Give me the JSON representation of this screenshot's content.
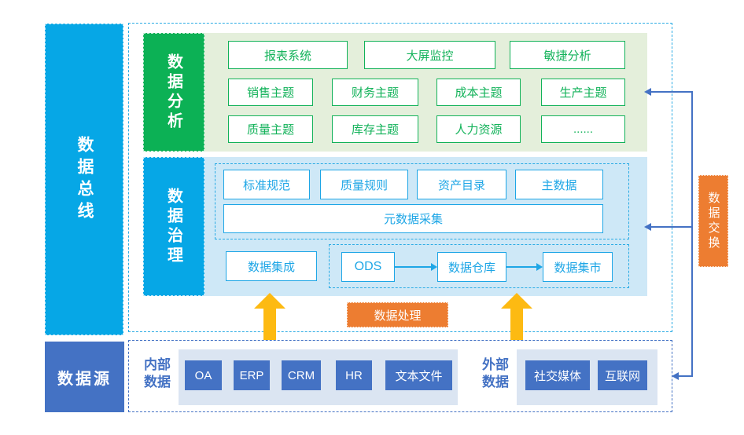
{
  "colors": {
    "cyan": "#06a7e6",
    "green": "#0cb155",
    "light_green": "#e4efdb",
    "light_blue": "#cee8f7",
    "royal_blue": "#4472c4",
    "light_royal": "#dbe5f2",
    "orange": "#ed7d31",
    "yellow_arrow": "#fdba12",
    "cyan_border": "#1ea6e6"
  },
  "bus": {
    "label": "数据总线"
  },
  "analysis": {
    "label": "数据分析",
    "row1": [
      "报表系统",
      "大屏监控",
      "敏捷分析"
    ],
    "row2": [
      "销售主题",
      "财务主题",
      "成本主题",
      "生产主题"
    ],
    "row3": [
      "质量主题",
      "库存主题",
      "人力资源",
      "......"
    ]
  },
  "governance": {
    "label": "数据治理",
    "rules": [
      "标准规范",
      "质量规则",
      "资产目录",
      "主数据"
    ],
    "metadata_box": "元数据采集",
    "integration_box": "数据集成",
    "pipeline": [
      "ODS",
      "数据仓库",
      "数据集市"
    ]
  },
  "processing": {
    "label": "数据处理"
  },
  "exchange": {
    "label": "数据交换"
  },
  "datasource": {
    "label": "数据源",
    "internal": {
      "label": "内部\n数据",
      "items": [
        "OA",
        "ERP",
        "CRM",
        "HR",
        "文本文件"
      ]
    },
    "external": {
      "label": "外部\n数据",
      "items": [
        "社交媒体",
        "互联网"
      ]
    }
  }
}
